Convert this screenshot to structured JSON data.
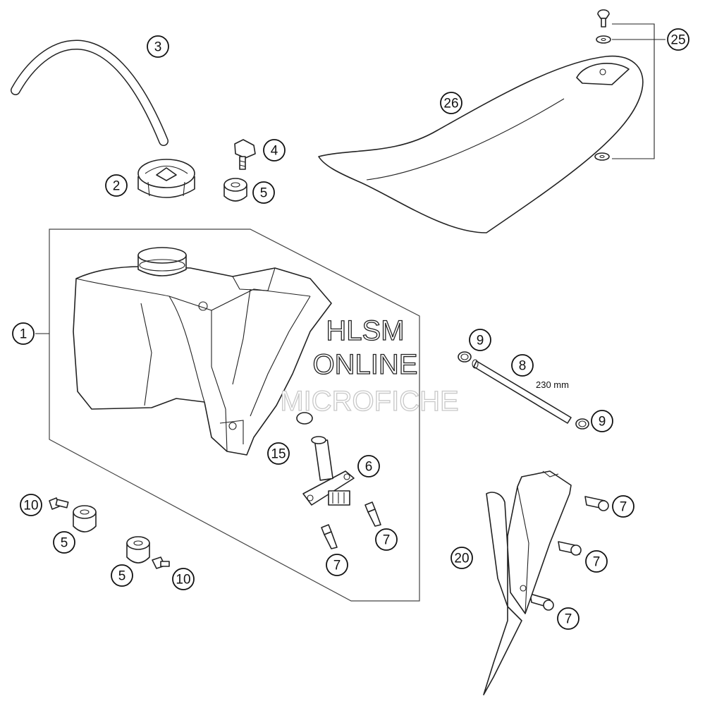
{
  "watermark": {
    "line1": "HLSM",
    "line2": "ONLINE",
    "line3": "MICROFICHE"
  },
  "dimension_label": "230 mm",
  "callouts": [
    {
      "id": "c-3",
      "text": "3"
    },
    {
      "id": "c-2",
      "text": "2"
    },
    {
      "id": "c-4",
      "text": "4"
    },
    {
      "id": "c-5a",
      "text": "5"
    },
    {
      "id": "c-26",
      "text": "26"
    },
    {
      "id": "c-25",
      "text": "25"
    },
    {
      "id": "c-1",
      "text": "1"
    },
    {
      "id": "c-9a",
      "text": "9"
    },
    {
      "id": "c-8",
      "text": "8"
    },
    {
      "id": "c-9b",
      "text": "9"
    },
    {
      "id": "c-15",
      "text": "15"
    },
    {
      "id": "c-6",
      "text": "6"
    },
    {
      "id": "c-10a",
      "text": "10"
    },
    {
      "id": "c-5b",
      "text": "5"
    },
    {
      "id": "c-5c",
      "text": "5"
    },
    {
      "id": "c-10b",
      "text": "10"
    },
    {
      "id": "c-7a",
      "text": "7"
    },
    {
      "id": "c-7b",
      "text": "7"
    },
    {
      "id": "c-7c",
      "text": "7"
    },
    {
      "id": "c-7d",
      "text": "7"
    },
    {
      "id": "c-7e",
      "text": "7"
    },
    {
      "id": "c-20",
      "text": "20"
    }
  ]
}
